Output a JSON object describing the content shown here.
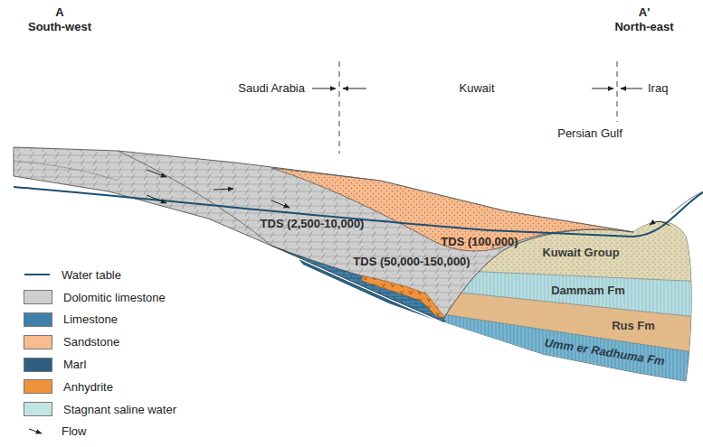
{
  "diagram": {
    "labels": [
      "A",
      "South-west",
      "A'",
      "North-east",
      "Saudi Arabia",
      "Kuwait",
      "Iraq",
      "Persian Gulf",
      "TDS (100,000)",
      "TDS (2,500-10,000)",
      "TDS (50,000-150,000)",
      "Kuwait Group",
      "Dammam Fm",
      "Rus Fm",
      "Umm er Radhuma Fm"
    ],
    "legend": [
      {
        "text": "Water table"
      },
      {
        "text": "Dolomitic limestone",
        "color": "#cfcfcf"
      },
      {
        "text": "Limestone",
        "color": "#3f80a8"
      },
      {
        "text": "Sandstone",
        "color": "#f6bb8e"
      },
      {
        "text": "Marl",
        "color": "#2c5f80"
      },
      {
        "text": "Anhydrite",
        "color": "#f0923a"
      },
      {
        "text": "Stagnant saline water",
        "color": "#c2e5e3"
      },
      {
        "text": "Flow"
      }
    ]
  }
}
